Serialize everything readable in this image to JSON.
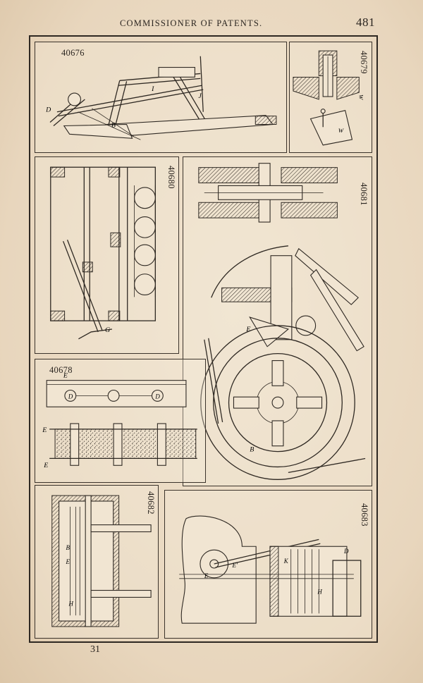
{
  "header": {
    "running_head": "COMMISSIONER OF PATENTS.",
    "page_number": "481"
  },
  "footer": {
    "signature": "31"
  },
  "figures": [
    {
      "id": "fig-40676",
      "number": "40676"
    },
    {
      "id": "fig-40679",
      "number": "40679"
    },
    {
      "id": "fig-40680",
      "number": "40680"
    },
    {
      "id": "fig-40681",
      "number": "40681"
    },
    {
      "id": "fig-40678",
      "number": "40678"
    },
    {
      "id": "fig-40682",
      "number": "40682"
    },
    {
      "id": "fig-40683",
      "number": "40683"
    }
  ]
}
